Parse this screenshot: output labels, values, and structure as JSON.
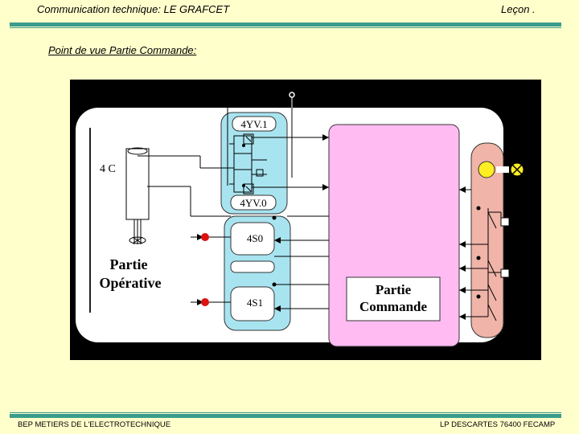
{
  "header": {
    "title": "Communication technique: LE GRAFCET",
    "lesson": "Leçon ."
  },
  "subtitle": "Point de vue Partie Commande:",
  "diagram": {
    "valve_top": "4YV.1",
    "valve_bottom": "4YV.0",
    "cylinder": "4 C",
    "sensor_left": "4S0",
    "sensor_right": "4S1",
    "operative_line1": "Partie",
    "operative_line2": "Opérative",
    "command_line1": "Partie",
    "command_line2": "Commande",
    "colors": {
      "background": "#000000",
      "operative_panel": "#ffffff",
      "command_block": "#ffbbf2",
      "valve_zone": "#a8e4f0",
      "io_panel": "#f0b4a8",
      "lamp_yellow": "#ffee22",
      "sensor_dot": "#dd1111"
    }
  },
  "footer": {
    "left": "BEP METIERS DE L'ELECTROTECHNIQUE",
    "right": "LP DESCARTES 76400 FECAMP"
  }
}
